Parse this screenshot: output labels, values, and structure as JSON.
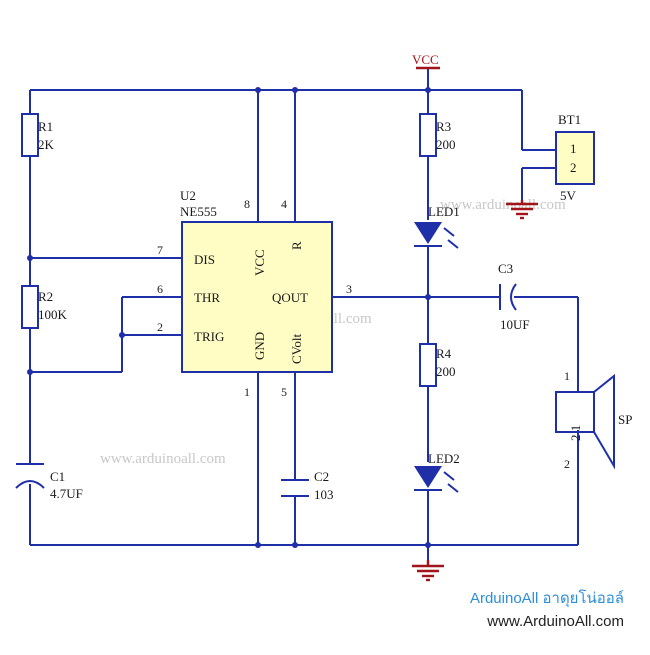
{
  "power": {
    "vcc_label": "VCC"
  },
  "battery": {
    "ref": "BT1",
    "pin1": "1",
    "pin2": "2",
    "value": "5V"
  },
  "chip": {
    "ref": "U2",
    "part": "NE555",
    "pin_left_top": "DIS",
    "pin_left_mid": "THR",
    "pin_left_bot": "TRIG",
    "pin_right": "QOUT",
    "pin_top_vcc": "VCC",
    "pin_top_r": "R",
    "pin_bot_gnd": "GND",
    "pin_bot_cv": "CVolt",
    "num_dis": "7",
    "num_thr": "6",
    "num_trig": "2",
    "num_out": "3",
    "num_vcc": "8",
    "num_r": "4",
    "num_gnd": "1",
    "num_cv": "5"
  },
  "resistors": {
    "r1_ref": "R1",
    "r1_val": "2K",
    "r2_ref": "R2",
    "r2_val": "100K",
    "r3_ref": "R3",
    "r3_val": "200",
    "r4_ref": "R4",
    "r4_val": "200"
  },
  "capacitors": {
    "c1_ref": "C1",
    "c1_val": "4.7UF",
    "c2_ref": "C2",
    "c2_val": "103",
    "c3_ref": "C3",
    "c3_val": "10UF"
  },
  "leds": {
    "led1": "LED1",
    "led2": "LED2"
  },
  "speaker": {
    "ref": "SP",
    "pin1": "1",
    "pin2": "2",
    "inner": "2 1"
  },
  "watermarks": {
    "a": "www.arduinoall.com",
    "b": "www.arduinoall.com",
    "c": "www.arduinoall.com"
  },
  "branding": {
    "line1": "ArduinoAll อาดุยโน่ออล์",
    "line2": "www.ArduinoAll.com"
  },
  "colors": {
    "wire": "#1f2fa8",
    "chip_fill": "#fffcc4",
    "chip_border": "#1f2fa8",
    "battery_fill": "#fffcc4",
    "ground": "#a0141a",
    "led": "#1f2fa8",
    "brand_line1": "#2c8fd6",
    "watermark": "#c8c8c8"
  }
}
